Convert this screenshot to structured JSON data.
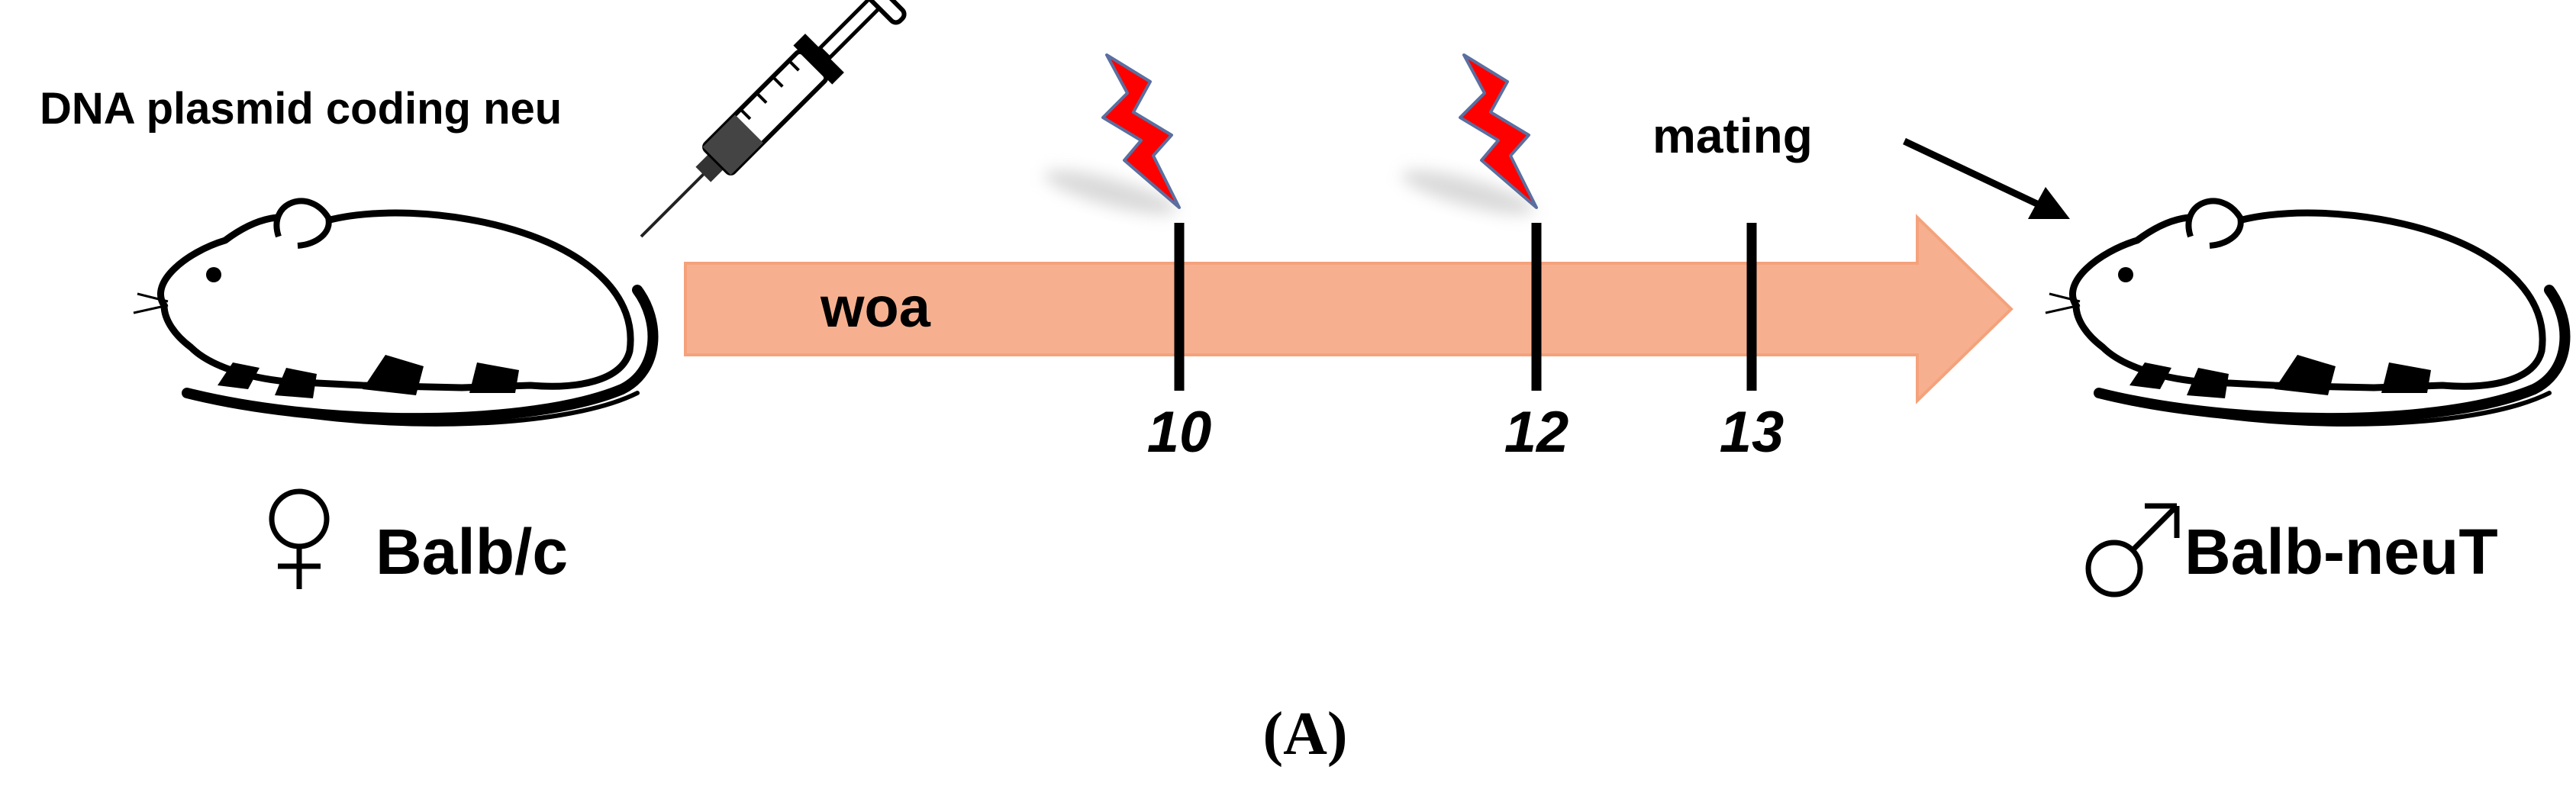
{
  "diagram": {
    "plasmid_label": "DNA plasmid coding neu",
    "timeline_label": "woa",
    "mating_label": "mating",
    "female": {
      "symbol": "♀",
      "label": "Balb/c"
    },
    "male": {
      "symbol": "♂",
      "label": "Balb-neuT"
    },
    "ticks": [
      {
        "label": "10",
        "electroporation": true
      },
      {
        "label": "12",
        "electroporation": true
      },
      {
        "label": "13",
        "electroporation": false
      }
    ],
    "caption": "(A)",
    "colors": {
      "arrow_fill": "#f7b08f",
      "arrow_stroke": "#f4a27c",
      "bolt_fill": "#ff0000",
      "bolt_stroke": "#5a6fa0",
      "ink": "#000000"
    },
    "icons": [
      "syringe-icon",
      "lightning-bolt-icon",
      "mouse-icon"
    ]
  }
}
